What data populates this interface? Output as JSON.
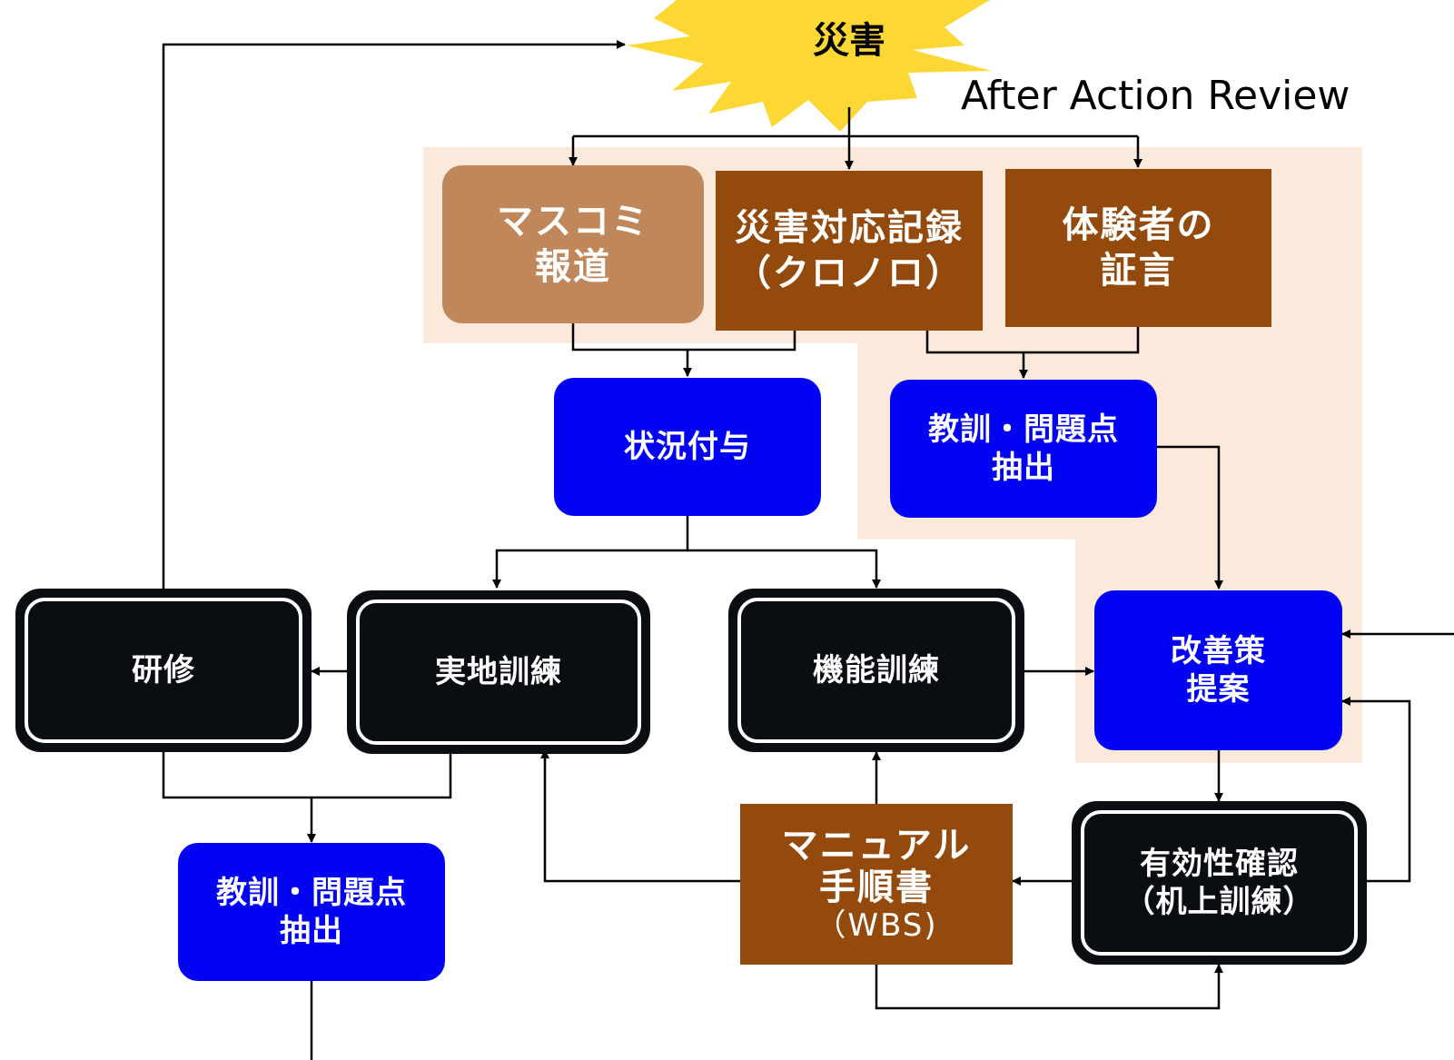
{
  "header": {
    "disaster": "災害",
    "aar": "After Action Review"
  },
  "sources": {
    "media": [
      "マスコミ",
      "報道"
    ],
    "record": [
      "災害対応記録",
      "（クロノロ）"
    ],
    "testimony": [
      "体験者の",
      "証言"
    ]
  },
  "blue": {
    "situation": "状況付与",
    "lessons_top": [
      "教訓・問題点",
      "抽出"
    ],
    "improve": [
      "改善策",
      "提案"
    ],
    "lessons_bottom": [
      "教訓・問題点",
      "抽出"
    ]
  },
  "black": {
    "training": "研修",
    "field": "実地訓練",
    "functional": "機能訓練",
    "validate": [
      "有効性確認",
      "（机上訓練）"
    ]
  },
  "manual": [
    "マニュアル",
    "手順書",
    "（WBS)"
  ],
  "colors": {
    "brown": "#944a0c",
    "tan": "#c0875b",
    "blue": "#0303f3",
    "black": "#0a0d12",
    "highlight": "#fbe9dc",
    "burst": "#fdd835"
  }
}
